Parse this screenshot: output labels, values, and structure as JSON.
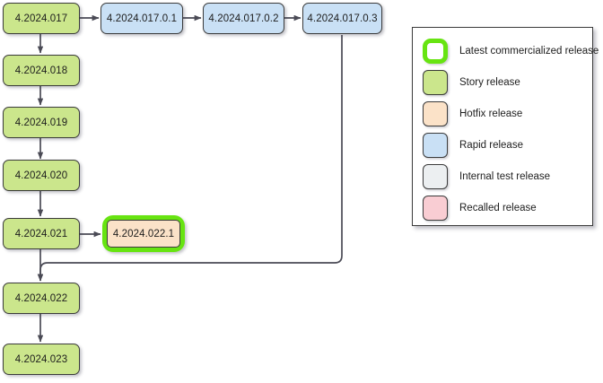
{
  "diagram": {
    "type": "release-branching-flowchart",
    "background_color": "#ffffff",
    "colors": {
      "story_release": "#cbe68c",
      "rapid_release": "#c9e0f5",
      "hotfix_release": "#fbe2c8",
      "internal_test_release": "#eceff1",
      "recalled_release": "#f9cdd3",
      "highlight_border": "#67e411",
      "node_border": "#3b3b3b",
      "edge": "#4a4a55",
      "text": "#1d1d1d"
    },
    "nodes": [
      {
        "id": "n017",
        "label": "4.2024.017",
        "kind": "story",
        "highlighted": false
      },
      {
        "id": "n018",
        "label": "4.2024.018",
        "kind": "story",
        "highlighted": false
      },
      {
        "id": "n019",
        "label": "4.2024.019",
        "kind": "story",
        "highlighted": false
      },
      {
        "id": "n020",
        "label": "4.2024.020",
        "kind": "story",
        "highlighted": false
      },
      {
        "id": "n021",
        "label": "4.2024.021",
        "kind": "story",
        "highlighted": false
      },
      {
        "id": "n022",
        "label": "4.2024.022",
        "kind": "story",
        "highlighted": false
      },
      {
        "id": "n023",
        "label": "4.2024.023",
        "kind": "story",
        "highlighted": false
      },
      {
        "id": "n017_0_1",
        "label": "4.2024.017.0.1",
        "kind": "rapid",
        "highlighted": false
      },
      {
        "id": "n017_0_2",
        "label": "4.2024.017.0.2",
        "kind": "rapid",
        "highlighted": false
      },
      {
        "id": "n017_0_3",
        "label": "4.2024.017.0.3",
        "kind": "rapid",
        "highlighted": false
      },
      {
        "id": "n022_1",
        "label": "4.2024.022.1",
        "kind": "hotfix",
        "highlighted": true
      }
    ],
    "edges": [
      {
        "from": "n017",
        "to": "n018",
        "direction": "down"
      },
      {
        "from": "n018",
        "to": "n019",
        "direction": "down"
      },
      {
        "from": "n019",
        "to": "n020",
        "direction": "down"
      },
      {
        "from": "n020",
        "to": "n021",
        "direction": "down"
      },
      {
        "from": "n021",
        "to": "n022",
        "direction": "down"
      },
      {
        "from": "n022",
        "to": "n023",
        "direction": "down"
      },
      {
        "from": "n017",
        "to": "n017_0_1",
        "direction": "right"
      },
      {
        "from": "n017_0_1",
        "to": "n017_0_2",
        "direction": "right"
      },
      {
        "from": "n017_0_2",
        "to": "n017_0_3",
        "direction": "right"
      },
      {
        "from": "n021",
        "to": "n022_1",
        "direction": "right"
      },
      {
        "from": "n017_0_3",
        "to": "n022",
        "direction": "merge-down-left"
      }
    ]
  },
  "legend": {
    "items": [
      {
        "key": "latest",
        "label": "Latest commercialized release"
      },
      {
        "key": "story",
        "label": "Story release"
      },
      {
        "key": "hotfix",
        "label": "Hotfix release"
      },
      {
        "key": "rapid",
        "label": "Rapid release"
      },
      {
        "key": "internal",
        "label": "Internal test release"
      },
      {
        "key": "recalled",
        "label": "Recalled release"
      }
    ]
  }
}
